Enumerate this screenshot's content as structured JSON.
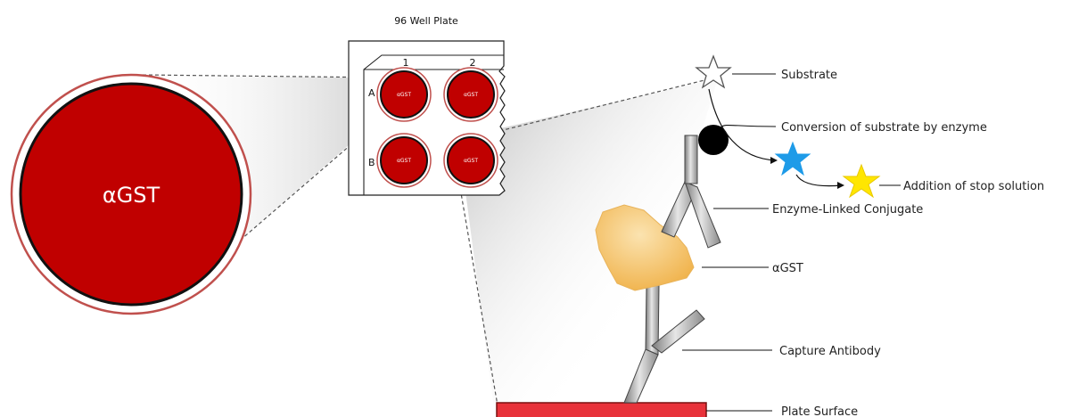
{
  "plate_title": "96 Well Plate",
  "plate_columns": [
    "1",
    "2"
  ],
  "plate_rows": [
    "A",
    "B"
  ],
  "well_label": "αGST",
  "zoomed_well_label": "αGST",
  "labels": {
    "substrate": "Substrate",
    "conversion": "Conversion of substrate by enzyme",
    "stop": "Addition of stop solution",
    "conjugate": "Enzyme-Linked Conjugate",
    "agst": "αGST",
    "capture": "Capture Antibody",
    "plate_surface": "Plate Surface"
  },
  "colors": {
    "well_red": "#c00000",
    "plate_surface_red": "#e8323a",
    "substrate_converted": "#1e9be8",
    "stopped": "#ffe600",
    "antigen": "#f3c46a",
    "enzyme": "#000000"
  }
}
